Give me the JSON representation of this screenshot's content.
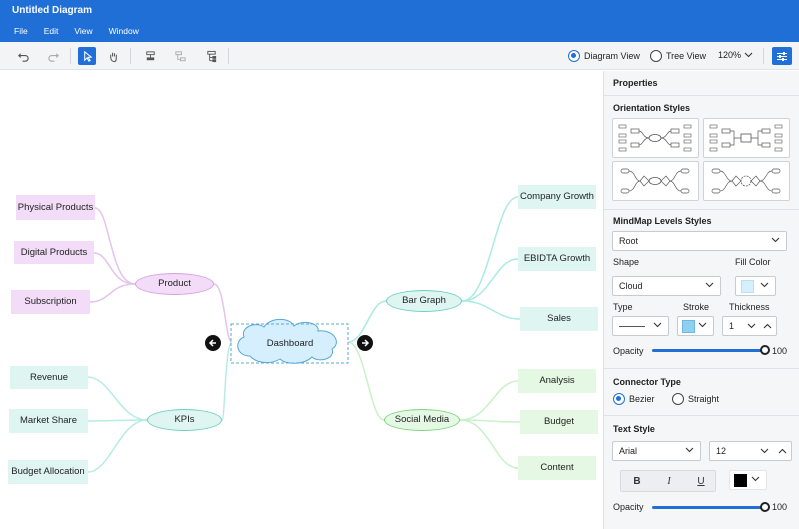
{
  "app": {
    "title": "Untitled Diagram"
  },
  "menu": [
    "File",
    "Edit",
    "View",
    "Window"
  ],
  "toolbar": {
    "view_options": [
      {
        "label": "Diagram View",
        "selected": true
      },
      {
        "label": "Tree View",
        "selected": false
      }
    ],
    "zoom": "120%"
  },
  "diagram": {
    "root": "Dashboard",
    "branches": {
      "product": "Product",
      "kpis": "KPIs",
      "bar_graph": "Bar Graph",
      "social_media": "Social Media"
    },
    "leaves": {
      "physical_products": "Physical Products",
      "digital_products": "Digital Products",
      "subscription": "Subscription",
      "revenue": "Revenue",
      "market_share": "Market Share",
      "budget_allocation": "Budget Allocation",
      "company_growth": "Company Growth",
      "ebidta_growth": "EBIDTA Growth",
      "sales": "Sales",
      "analysis": "Analysis",
      "budget": "Budget",
      "content": "Content"
    }
  },
  "panel": {
    "title": "Properties",
    "orientation_styles": "Orientation Styles",
    "levels": {
      "title": "MindMap Levels Styles",
      "level": "Root",
      "shape_label": "Shape",
      "shape": "Cloud",
      "fill_label": "Fill Color",
      "type_label": "Type",
      "stroke_label": "Stroke",
      "thickness_label": "Thickness",
      "thickness": "1",
      "opacity_label": "Opacity",
      "opacity": "100"
    },
    "connector": {
      "title": "Connector Type",
      "options": [
        {
          "label": "Bezier",
          "selected": true
        },
        {
          "label": "Straight",
          "selected": false
        }
      ]
    },
    "text_style": {
      "title": "Text Style",
      "font": "Arial",
      "size": "12",
      "bold": "B",
      "italic": "I",
      "underline": "U",
      "opacity_label": "Opacity",
      "opacity": "100"
    }
  },
  "colors": {
    "accent": "#1f6fd6",
    "purple_fill": "#f2dcf7",
    "cyan_fill": "#dff5f1",
    "green_fill": "#e4f8e4",
    "root_fill": "#d6efff"
  }
}
